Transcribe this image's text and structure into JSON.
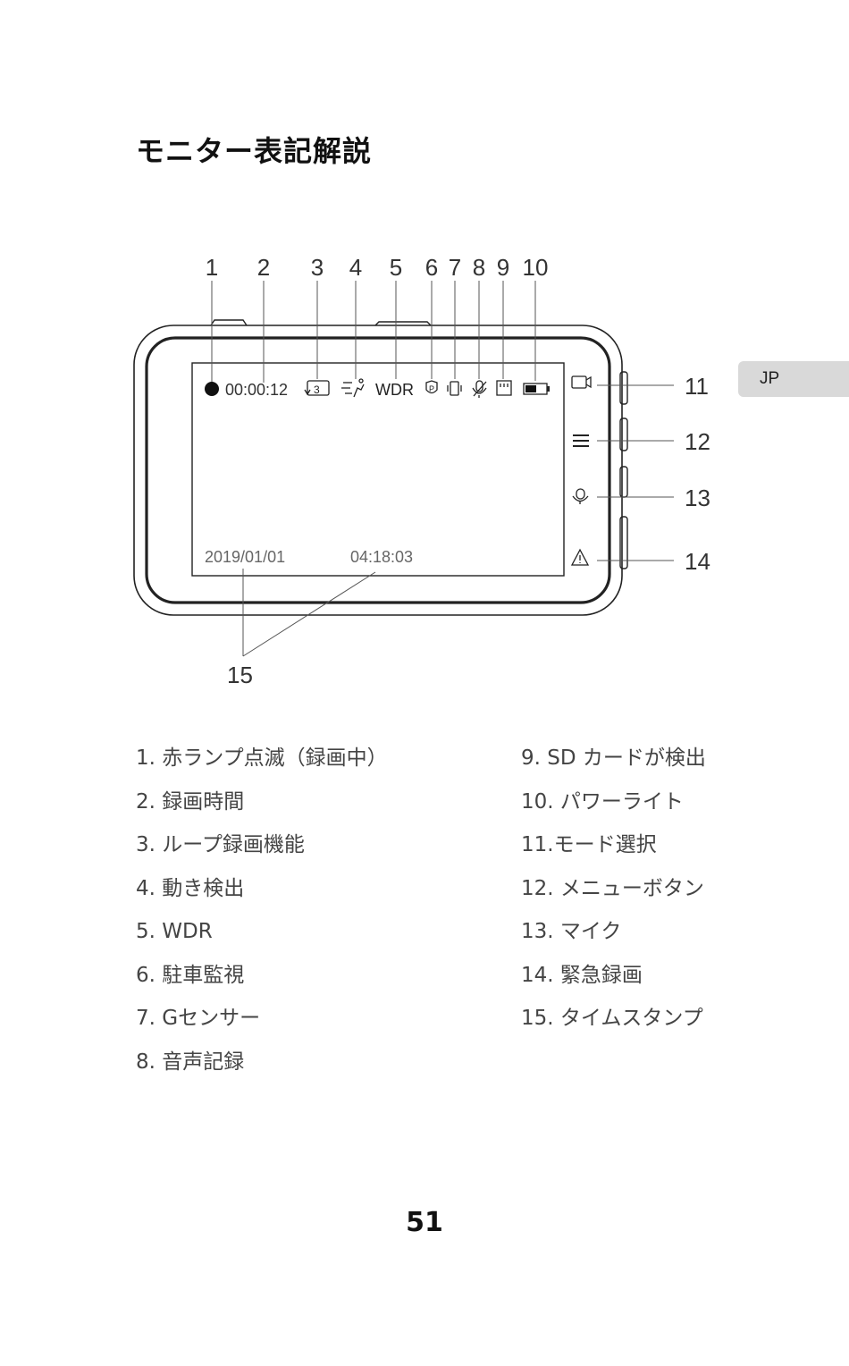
{
  "title": "モニター表記解説",
  "language_tab": "JP",
  "diagram": {
    "callouts_top": [
      "1",
      "2",
      "3",
      "4",
      "5",
      "6",
      "7",
      "8",
      "9",
      "10"
    ],
    "callouts_right": [
      "11",
      "12",
      "13",
      "14"
    ],
    "callout_bottom": "15",
    "screen": {
      "recording_time": "00:00:12",
      "loop_badge": "3",
      "wdr_label": "WDR",
      "date": "2019/01/01",
      "time": "04:18:03"
    }
  },
  "legend": {
    "left": [
      "1. 赤ランプ点滅（録画中）",
      "2. 録画時間",
      "3. ループ録画機能",
      "4. 動き検出",
      "5. WDR",
      "6. 駐車監視",
      "7. Gセンサー",
      "8. 音声記録"
    ],
    "right": [
      "9. SD カードが検出",
      "10. パワーライト",
      "11.モード選択",
      "12. メニューボタン",
      "13. マイク",
      "14. 緊急録画",
      "15. タイムスタンプ"
    ]
  },
  "page_number": "51",
  "icons": {
    "record": "record-dot-icon",
    "loop": "loop-record-icon",
    "motion": "motion-detect-icon",
    "parking": "parking-shield-icon",
    "gsensor": "g-sensor-icon",
    "mic_off": "mic-off-icon",
    "sd": "sd-card-icon",
    "battery": "battery-icon",
    "camera_mode": "camera-mode-icon",
    "menu": "menu-icon",
    "mic": "mic-icon",
    "emergency": "warning-icon"
  }
}
